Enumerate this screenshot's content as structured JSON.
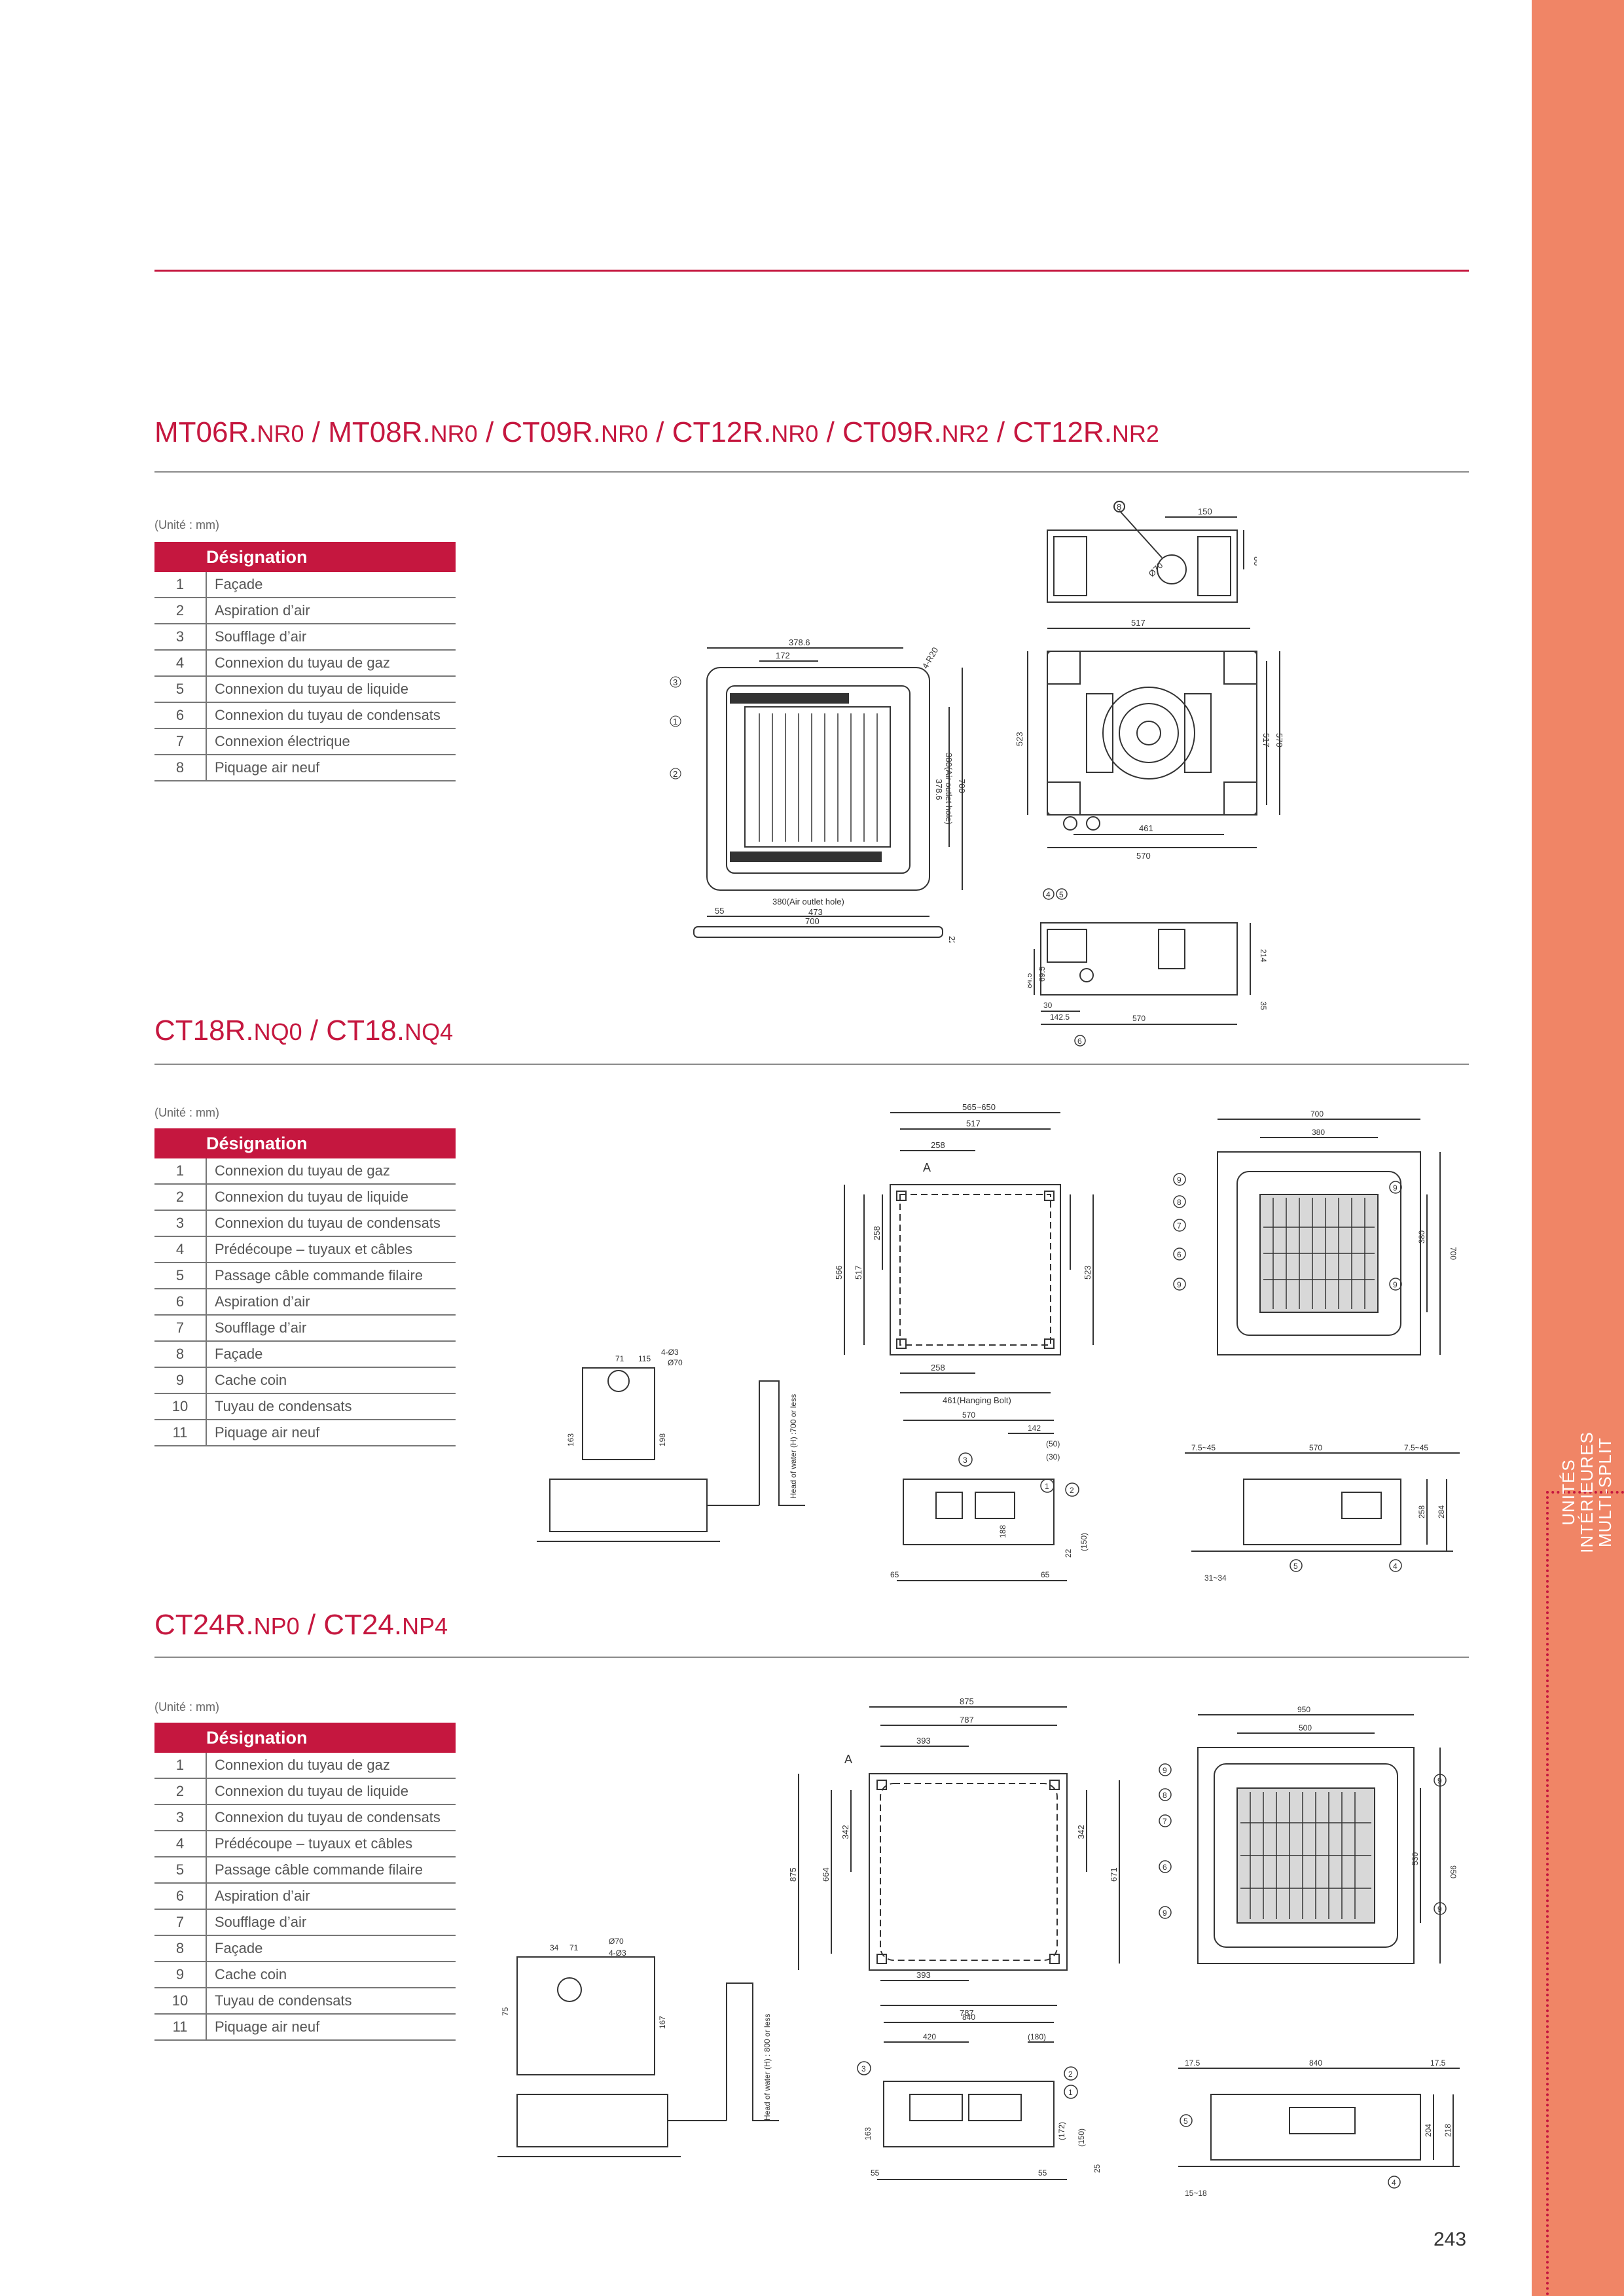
{
  "sections": [
    {
      "title_main": [
        "MT06R.",
        "/ MT08R.",
        "/ CT09R.",
        "/ CT12R.",
        "/ CT09R.",
        "/ CT12R."
      ],
      "title_suffix": [
        "NR0",
        "NR0",
        "NR0",
        "NR0",
        "NR2",
        "NR2"
      ],
      "unit_note": "(Unité : mm)",
      "table_header": "Désignation",
      "items": [
        {
          "num": "1",
          "label": "Façade"
        },
        {
          "num": "2",
          "label": "Aspiration d’air"
        },
        {
          "num": "3",
          "label": "Soufflage d’air"
        },
        {
          "num": "4",
          "label": "Connexion du tuyau de gaz"
        },
        {
          "num": "5",
          "label": "Connexion du tuyau de liquide"
        },
        {
          "num": "6",
          "label": "Connexion du tuyau de condensats"
        },
        {
          "num": "7",
          "label": "Connexion électrique"
        },
        {
          "num": "8",
          "label": "Piquage air neuf"
        }
      ],
      "dimensions": {
        "front": [
          "378.6",
          "172",
          "4-R20",
          "378.6",
          "380(Air outlet hole)",
          "700",
          "380(Air outlet hole)",
          "473",
          "700",
          "55",
          "22"
        ],
        "top": [
          "150",
          "86",
          "Ø70"
        ],
        "plan": [
          "517",
          "523",
          "517",
          "570",
          "461",
          "570"
        ],
        "side": [
          "214",
          "84.5",
          "69.5",
          "35",
          "30",
          "142.5",
          "570"
        ]
      }
    },
    {
      "title_main": [
        "CT18R.",
        "/ CT18."
      ],
      "title_suffix": [
        "NQ0",
        "NQ4"
      ],
      "unit_note": "(Unité : mm)",
      "table_header": "Désignation",
      "items": [
        {
          "num": "1",
          "label": "Connexion du tuyau de gaz"
        },
        {
          "num": "2",
          "label": "Connexion du tuyau de liquide"
        },
        {
          "num": "3",
          "label": "Connexion du tuyau de condensats"
        },
        {
          "num": "4",
          "label": "Prédécoupe – tuyaux et câbles"
        },
        {
          "num": "5",
          "label": "Passage câble commande filaire"
        },
        {
          "num": "6",
          "label": "Aspiration d’air"
        },
        {
          "num": "7",
          "label": "Soufflage d’air"
        },
        {
          "num": "8",
          "label": "Façade"
        },
        {
          "num": "9",
          "label": "Cache coin"
        },
        {
          "num": "10",
          "label": "Tuyau de condensats"
        },
        {
          "num": "11",
          "label": "Piquage air neuf"
        }
      ],
      "dimensions": {
        "plan": [
          "565~650",
          "517",
          "258",
          "A",
          "566",
          "517",
          "258",
          "523",
          "258",
          "461(Hanging Bolt)"
        ],
        "face": [
          "700",
          "380",
          "700",
          "380"
        ],
        "side": [
          "570",
          "142",
          "(50)",
          "(30)",
          "188",
          "(150)",
          "65",
          "65",
          "22"
        ],
        "front": [
          "7.5~45",
          "570",
          "7.5~45",
          "258",
          "284",
          "31~34"
        ],
        "detail": [
          "71",
          "115",
          "4-Ø3",
          "Ø70",
          "163",
          "198",
          "Head of water (H) :700 or less"
        ]
      }
    },
    {
      "title_main": [
        "CT24R.",
        "/ CT24."
      ],
      "title_suffix": [
        "NP0",
        "NP4"
      ],
      "unit_note": "(Unité : mm)",
      "table_header": "Désignation",
      "items": [
        {
          "num": "1",
          "label": "Connexion du tuyau de gaz"
        },
        {
          "num": "2",
          "label": "Connexion du tuyau de liquide"
        },
        {
          "num": "3",
          "label": "Connexion du tuyau de condensats"
        },
        {
          "num": "4",
          "label": "Prédécoupe – tuyaux et câbles"
        },
        {
          "num": "5",
          "label": "Passage câble commande filaire"
        },
        {
          "num": "6",
          "label": "Aspiration d’air"
        },
        {
          "num": "7",
          "label": "Soufflage d’air"
        },
        {
          "num": "8",
          "label": "Façade"
        },
        {
          "num": "9",
          "label": "Cache coin"
        },
        {
          "num": "10",
          "label": "Tuyau de condensats"
        },
        {
          "num": "11",
          "label": "Piquage air neuf"
        }
      ],
      "dimensions": {
        "plan": [
          "875",
          "787",
          "393",
          "A",
          "875",
          "664",
          "342",
          "342",
          "671",
          "393",
          "787"
        ],
        "face": [
          "950",
          "500",
          "530",
          "950"
        ],
        "side": [
          "840",
          "420",
          "(180)",
          "163",
          "(172)",
          "(150)",
          "55",
          "55",
          "25"
        ],
        "front": [
          "17.5",
          "840",
          "17.5",
          "204",
          "218",
          "15~18"
        ],
        "detail": [
          "34",
          "71",
          "Ø70",
          "4-Ø3",
          "75",
          "167",
          "Head of water (H) : 800 or less"
        ]
      }
    }
  ],
  "sidebar_label": [
    "UNITÉS",
    "INTÉRIEURES",
    "MULTI-SPLIT"
  ],
  "page_number": "243",
  "colors": {
    "accent": "#c5173f",
    "sidebar": "#f08566"
  }
}
